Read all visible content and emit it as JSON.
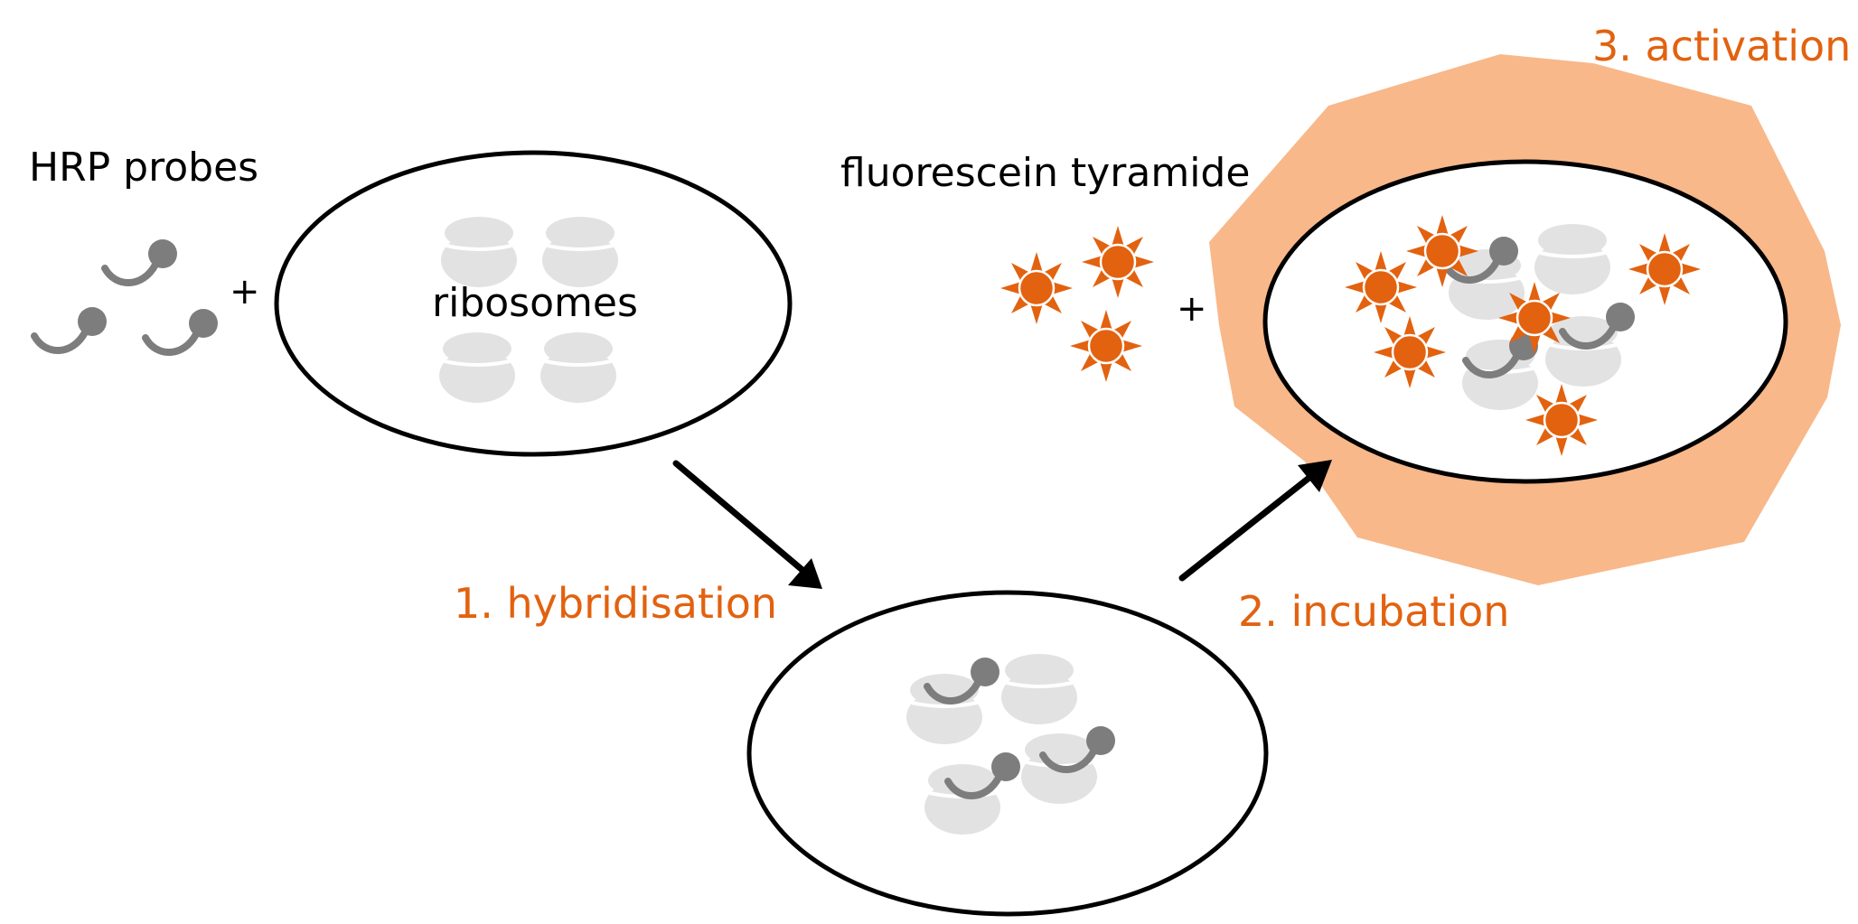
{
  "colors": {
    "accent": "#e2620f",
    "burst": "#f8b88a",
    "sun_fill": "#e2620f",
    "probe_gray": "#7d7d7d",
    "ribosome_gray": "#e2e2e2",
    "outline": "#000000",
    "text": "#000000"
  },
  "labels": {
    "hrp_probes": "HRP probes",
    "ribosomes": "ribosomes",
    "fluorescein_tyramide": "fluorescein tyramide",
    "plus_1": "+",
    "plus_2": "+"
  },
  "steps": {
    "step1": "1. hybridisation",
    "step2": "2. incubation",
    "step3": "3. activation"
  },
  "icons": {
    "probe": "hrp-probe-icon",
    "ribosome": "ribosome-icon",
    "tyramide": "tyramide-sun-icon",
    "arrow": "arrow-icon",
    "burst": "activation-burst-icon"
  }
}
